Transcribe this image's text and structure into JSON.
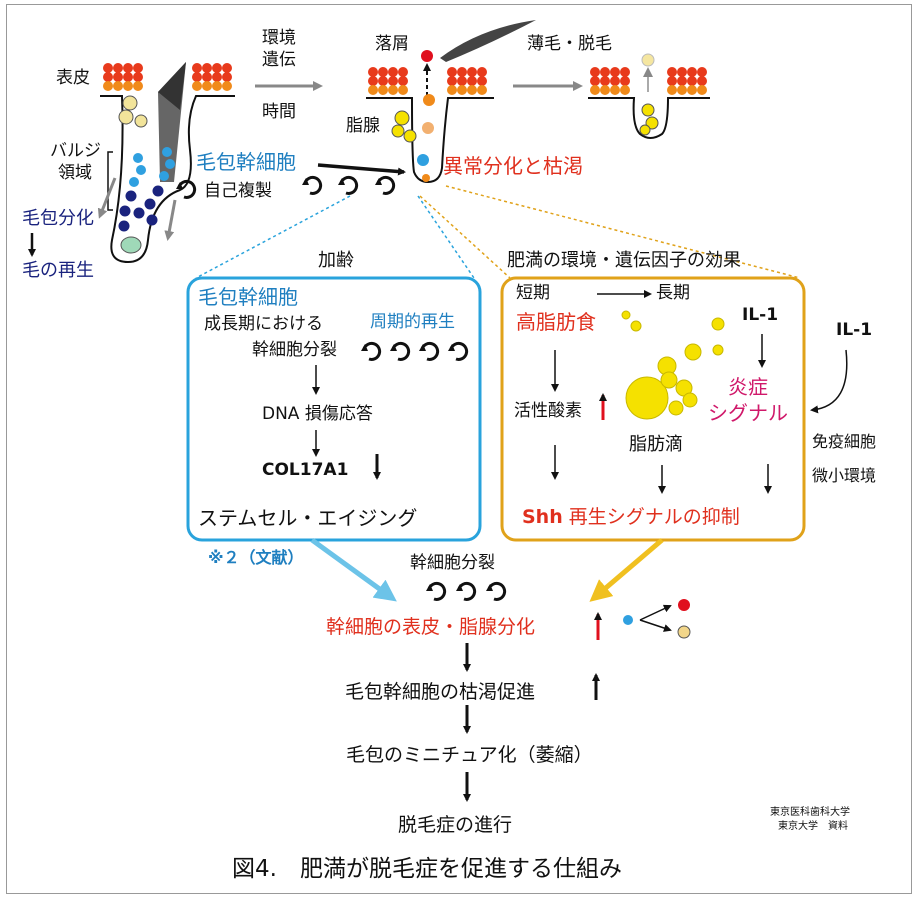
{
  "top": {
    "epidermis": "表皮",
    "bulge_1": "バルジ",
    "bulge_2": "領域",
    "follicle_diff": "毛包分化",
    "hair_regen": "毛の再生",
    "env_1": "環境",
    "env_2": "遺伝",
    "time": "時間",
    "dandruff": "落屑",
    "sebaceous": "脂腺",
    "thinning": "薄毛・脱毛",
    "hfsc": "毛包幹細胞",
    "self_renewal": "自己複製",
    "abnormal": "異常分化と枯渇"
  },
  "left_box": {
    "aging": "加齢",
    "title": "毛包幹細胞",
    "growth": "成長期における",
    "periodic": "周期的再生",
    "division": "幹細胞分裂",
    "dna": "DNA 損傷応答",
    "col": "COL17A1",
    "stem_aging": "ステムセル・エイジング",
    "ref": "※２（文献）"
  },
  "right_box": {
    "header": "肥満の環境・遺伝因子の効果",
    "short": "短期",
    "long": "長期",
    "hfd": "高脂肪食",
    "il1": "IL-1",
    "il1_outside": "IL-1",
    "ros": "活性酸素",
    "inflam_1": "炎症",
    "inflam_2": "シグナル",
    "lipid": "脂肪滴",
    "immune": "免疫細胞",
    "micro": "微小環境",
    "shh_bold": "Shh",
    "shh_rest": " 再生シグナルの抑制"
  },
  "flow": {
    "division": "幹細胞分裂",
    "epi_seb": "幹細胞の表皮・脂腺分化",
    "depletion": "毛包幹細胞の枯渇促進",
    "mini": "毛包のミニチュア化（萎縮）",
    "progress": "脱毛症の進行"
  },
  "credit_1": "東京医科歯科大学",
  "credit_2": "東京大学　資料",
  "caption": "図4.　肥満が脱毛症を促進する仕組み",
  "colors": {
    "blue": "#1f7fc0",
    "navy": "#1a237e",
    "red": "#e0301e",
    "magenta": "#d0186a",
    "orange_box": "#e0a21a",
    "blue_box": "#29a3dc",
    "yellow": "#f5e100"
  }
}
